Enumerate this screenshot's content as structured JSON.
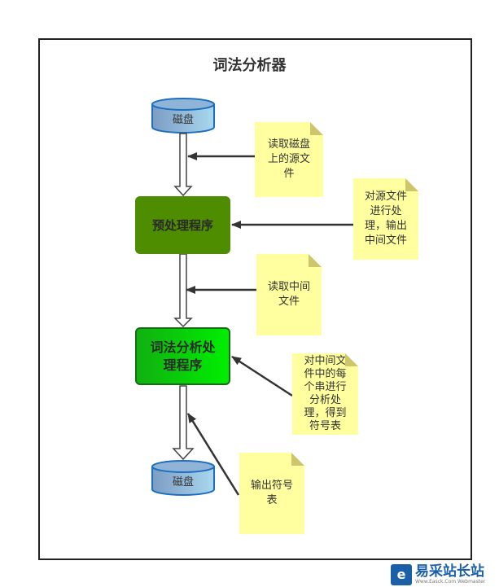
{
  "title": "词法分析器",
  "disks": [
    {
      "label": "磁盘"
    },
    {
      "label": "磁盘"
    }
  ],
  "processes": [
    {
      "label": "预处理程序"
    },
    {
      "label_lines": [
        "词法分析处",
        "理程序"
      ]
    }
  ],
  "notes": [
    {
      "lines": [
        "读取磁盘",
        "上的源文",
        "件"
      ]
    },
    {
      "lines": [
        "对源文件",
        "进行处",
        "理，输出",
        "中间文件"
      ]
    },
    {
      "lines": [
        "读取中间",
        "文件"
      ]
    },
    {
      "lines": [
        "对中间文",
        "件中的每",
        "个串进行",
        "分析处",
        "理，得到",
        "符号表"
      ]
    },
    {
      "lines": [
        "输出符号",
        "表"
      ]
    }
  ],
  "watermark": {
    "badge": "e",
    "name": "易采站长站",
    "sub": "Www.Easck.Com Webmaster"
  },
  "colors": {
    "preprocess_fill": "#4e8c00",
    "lexer_fill": "#00dd00",
    "note_fill": "#ffff9f",
    "disk_fill": "#8fb4d8",
    "disk_stroke": "#1e6fbf"
  }
}
